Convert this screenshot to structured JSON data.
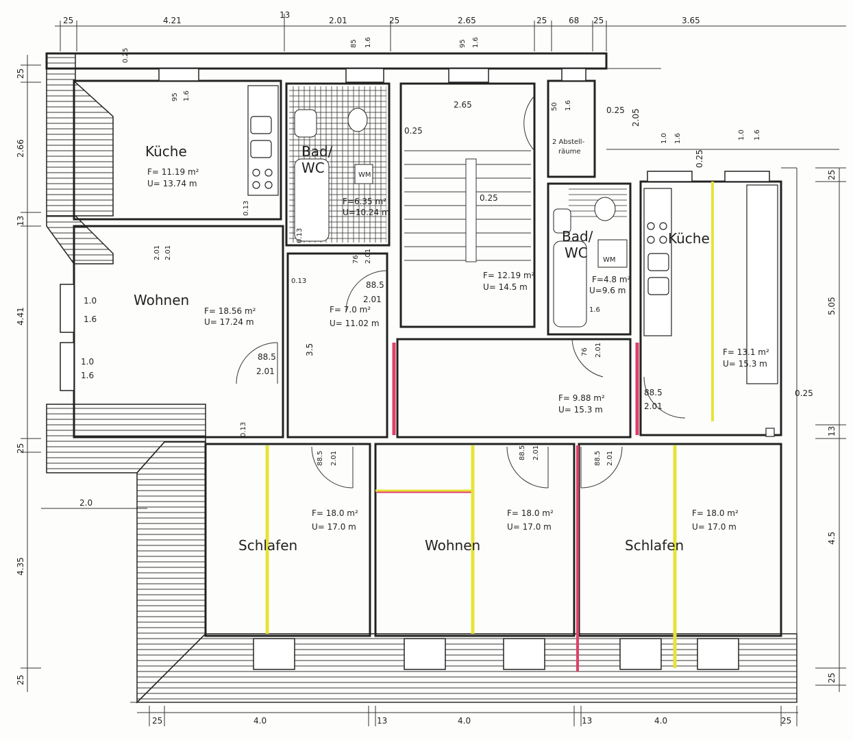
{
  "rooms": {
    "kuche_left": {
      "name": "Küche",
      "area": "F= 11.19 m²",
      "perimeter": "U= 13.74 m"
    },
    "bad_left": {
      "name1": "Bad/",
      "name2": "WC",
      "area": "F=6.35 m²",
      "perimeter": "U=10.24 m",
      "wm": "WM"
    },
    "wohnen_left": {
      "name": "Wohnen",
      "area": "F= 18.56 m²",
      "perimeter": "U= 17.24 m"
    },
    "flur_left": {
      "area": "F= 7.0 m²",
      "perimeter": "U= 11.02 m"
    },
    "stair": {
      "area": "F= 12.19 m²",
      "perimeter": "U= 14.5 m"
    },
    "abstell": {
      "name1": "2 Abstell-",
      "name2": "räume"
    },
    "bad_right": {
      "name1": "Bad/",
      "name2": "WC",
      "area": "F=4.8 m²",
      "perimeter": "U=9.6 m",
      "wm": "WM"
    },
    "kuche_right": {
      "name": "Küche",
      "area": "F= 13.1 m²",
      "perimeter": "U= 15.3 m"
    },
    "flur_mid": {
      "area": "F= 9.88 m²",
      "perimeter": "U= 15.3 m"
    },
    "schlafen_1": {
      "name": "Schlafen",
      "area": "F= 18.0 m²",
      "perimeter": "U= 17.0 m"
    },
    "wohnen_2": {
      "name": "Wohnen",
      "area": "F= 18.0 m²",
      "perimeter": "U= 17.0 m"
    },
    "schlafen_2": {
      "name": "Schlafen",
      "area": "F= 18.0 m²",
      "perimeter": "U= 17.0 m"
    }
  },
  "dims_top": [
    "25",
    "4.21",
    "13",
    "2.01",
    "25",
    "2.65",
    "25",
    "68",
    "25",
    "3.65"
  ],
  "dims_bottom": [
    "25",
    "4.0",
    "13",
    "4.0",
    "13",
    "4.0",
    "25"
  ],
  "dims_left": [
    "25",
    "2.66",
    "13",
    "4.41",
    "25",
    "4.35",
    "25"
  ],
  "dims_right": [
    "25",
    "5.05",
    "13",
    "4.5",
    "25"
  ],
  "dims_inner": {
    "window_top": "0.25",
    "win_kuche_a": "95",
    "win_kuche_b": "1.6",
    "win_bad_a": "85",
    "win_bad_b": "1.6",
    "win_stair_a": "95",
    "win_stair_b": "1.6",
    "win_abst_a": "50",
    "win_abst_b": "1.6",
    "win_kr1_a": "1.0",
    "win_kr1_b": "1.6",
    "win_kr2_a": "1.0",
    "win_kr2_b": "1.6",
    "wall_025_a": "0.25",
    "wall_025_b": "0.25",
    "wall_025_c": "0.25",
    "wall_025_d": "0.25",
    "wall_025_e": "0.25",
    "d205": "2.05",
    "stair_width": "2.65",
    "wall_013_a": "0.13",
    "wall_013_b": "0.13",
    "wall_013_c": "0.13",
    "wall_013_d": "0.13",
    "door_wohnen_a": "2.01",
    "door_wohnen_b": "2.01",
    "win_w1_a": "1.0",
    "win_w1_b": "1.6",
    "win_w2_a": "1.0",
    "win_w2_b": "1.6",
    "door_885_a": "88.5",
    "door_201_a": "2.01",
    "door_885_b": "88.5",
    "door_201_b": "2.01",
    "door_885_c": "88.5",
    "door_201_c": "2.01",
    "d35": "3.5",
    "door_76_a": "76",
    "door_201_d": "2.01",
    "door_76_b": "76",
    "door_201_e": "2.01",
    "d16": "1.6",
    "door_885_s1": "88.5",
    "door_201_s1": "2.01",
    "door_885_s2": "88.5",
    "door_201_s2": "2.01",
    "door_885_s3": "88.5",
    "door_201_s3": "2.01",
    "d20": "2.0"
  }
}
